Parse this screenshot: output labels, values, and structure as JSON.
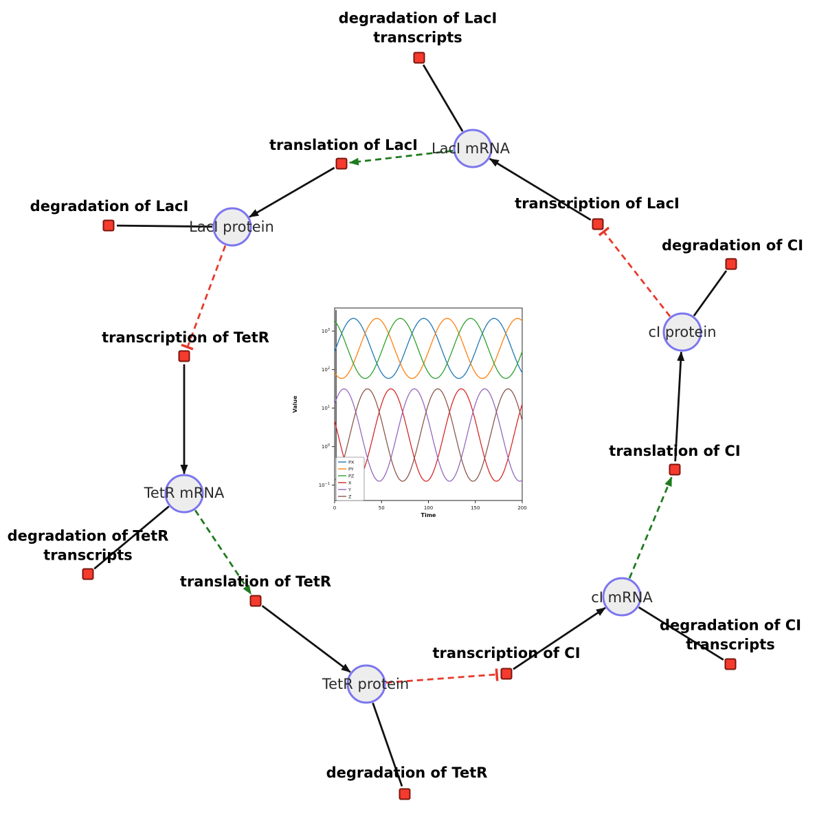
{
  "diagram": {
    "species": {
      "laci_mrna": {
        "label": "LacI mRNA"
      },
      "laci_protein": {
        "label": "LacI protein"
      },
      "tetr_mrna": {
        "label": "TetR mRNA"
      },
      "tetr_protein": {
        "label": "TetR protein"
      },
      "ci_mrna": {
        "label": "cI mRNA"
      },
      "ci_protein": {
        "label": "cI protein"
      }
    },
    "reactions": {
      "degradation_laci_transcripts": {
        "label": "degradation of LacI transcripts"
      },
      "translation_laci": {
        "label": "translation of LacI"
      },
      "transcription_laci": {
        "label": "transcription of LacI"
      },
      "degradation_laci": {
        "label": "degradation of LacI"
      },
      "degradation_ci": {
        "label": "degradation of CI"
      },
      "transcription_tetr": {
        "label": "transcription of TetR"
      },
      "translation_ci": {
        "label": "translation of CI"
      },
      "degradation_tetr_transcripts": {
        "label": "degradation of TetR transcripts"
      },
      "translation_tetr": {
        "label": "translation of TetR"
      },
      "transcription_ci": {
        "label": "transcription of CI"
      },
      "degradation_ci_transcripts": {
        "label": "degradation of CI transcripts"
      },
      "degradation_tetr": {
        "label": "degradation of TetR"
      }
    },
    "colors": {
      "edge": "#111111",
      "stimulation": "#1e7b1e",
      "inhibition": "#e8392c",
      "species_fill": "#ededed",
      "species_stroke": "#7b76ee",
      "reaction_fill": "#f53b2d",
      "reaction_stroke": "#7c150e"
    }
  },
  "chart_data": {
    "type": "line",
    "title": "",
    "xlabel": "Time",
    "ylabel": "Value",
    "y_scale": "log",
    "xlim": [
      0,
      200
    ],
    "ylim_log10": [
      -1.4,
      3.6
    ],
    "x_ticks": [
      0,
      50,
      100,
      150,
      200
    ],
    "y_ticks_exp": [
      -1,
      0,
      1,
      2,
      3
    ],
    "legend_position": "lower left",
    "legend": [
      "PX",
      "PY",
      "PZ",
      "X",
      "Y",
      "Z"
    ],
    "series": [
      {
        "name": "PX",
        "color": "#1f77b4",
        "log10_mid": 2.55,
        "log10_amp": 0.78,
        "period": 75,
        "peak_time": 20
      },
      {
        "name": "PY",
        "color": "#ff7f0e",
        "log10_mid": 2.55,
        "log10_amp": 0.78,
        "period": 75,
        "peak_time": 45
      },
      {
        "name": "PZ",
        "color": "#2ca02c",
        "log10_mid": 2.55,
        "log10_amp": 0.78,
        "period": 75,
        "peak_time": 70
      },
      {
        "name": "X",
        "color": "#d62728",
        "log10_mid": 0.3,
        "log10_amp": 1.2,
        "period": 75,
        "peak_time": 60
      },
      {
        "name": "Y",
        "color": "#9467bd",
        "log10_mid": 0.3,
        "log10_amp": 1.2,
        "period": 75,
        "peak_time": 85
      },
      {
        "name": "Z",
        "color": "#8c564b",
        "log10_mid": 0.3,
        "log10_amp": 1.2,
        "period": 75,
        "peak_time": 35
      }
    ]
  }
}
